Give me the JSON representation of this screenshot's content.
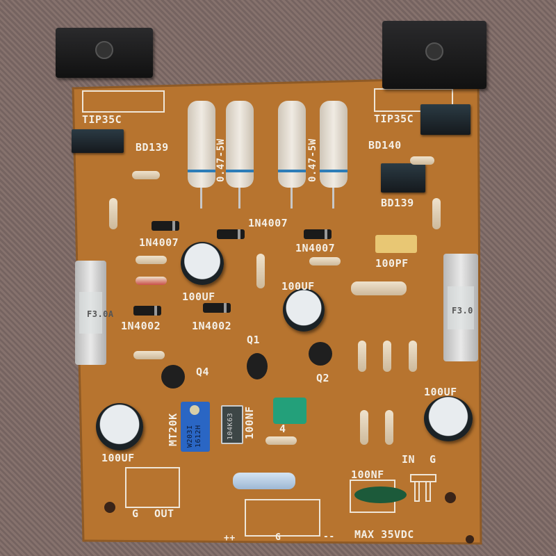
{
  "board": {
    "colors": {
      "pcb": "#b7742f",
      "silkscreen": "#f4efe6",
      "carpet": "#7d6a66"
    },
    "labels": {
      "tip35c_left": "TIP35C",
      "tip35c_right": "TIP35C",
      "bd139_left": "BD139",
      "bd140": "BD140",
      "bd139_right": "BD139",
      "res_05w_a": "0.47-5W",
      "res_05w_b": "0.47-5W",
      "d_1n4007_a": "1N4007",
      "d_1n4007_b": "1N4007",
      "d_1n4007_c": "1N4007",
      "d_1n4002_a": "1N4002",
      "d_1n4002_b": "1N4002",
      "cap_100uf_a": "100UF",
      "cap_100uf_b": "100UF",
      "cap_100uf_c": "100UF",
      "cap_100uf_d": "100UF",
      "cap_100pf": "100PF",
      "fuse_left": "F3.0A",
      "fuse_right": "F3.0",
      "q1": "Q1",
      "q2": "Q2",
      "q4": "Q4",
      "trimmer": "MT20K",
      "trimmer_marking_1": "W203I",
      "trimmer_marking_2": "1612H",
      "cap_100nf_a": "100NF",
      "cap_100nf_marking": "104K63",
      "cap_100nf_b": "100NF",
      "green_cap_mark": "4",
      "in": "IN",
      "in_g": "G",
      "out_g": "G",
      "out": "OUT",
      "pwr_plus": "++",
      "pwr_g": "G",
      "pwr_minus": "--",
      "max_voltage": "MAX 35VDC"
    }
  }
}
